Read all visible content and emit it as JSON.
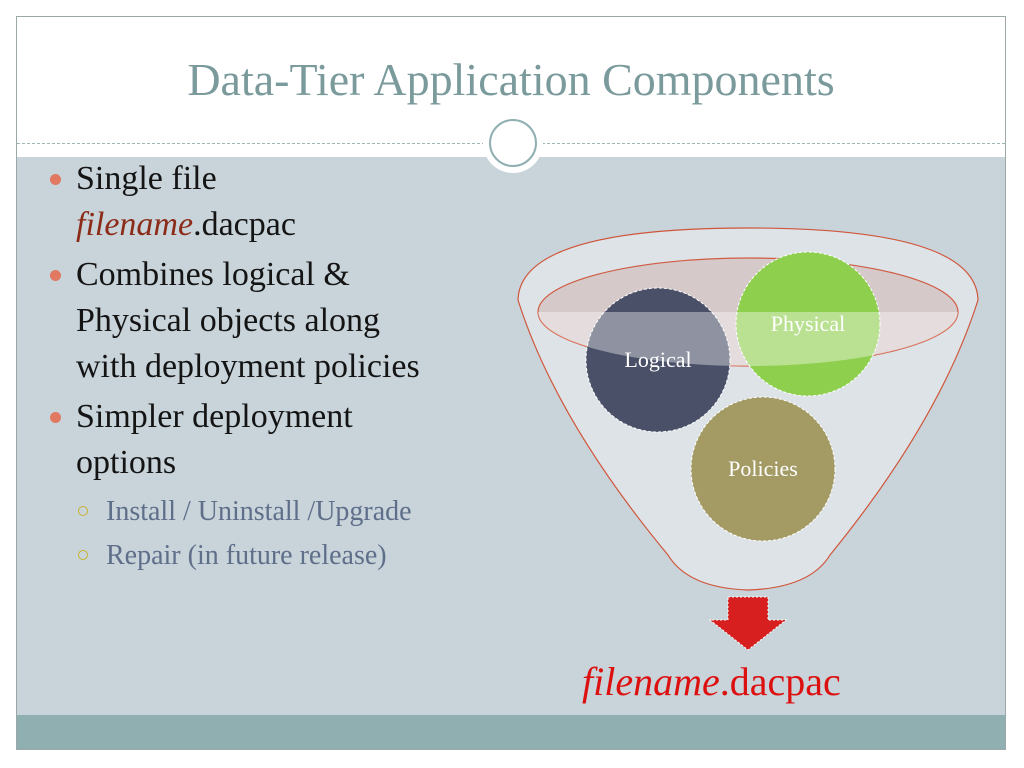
{
  "title": "Data-Tier Application Components",
  "bullets": [
    {
      "line1": "Single file",
      "line2_italic": "filename",
      "line2_rest": ".dacpac"
    },
    {
      "lines": [
        "Combines logical &",
        "Physical objects along",
        "with deployment policies"
      ]
    },
    {
      "lines": [
        "Simpler deployment",
        "options"
      ],
      "sub_items": [
        "Install / Uninstall /Upgrade",
        "Repair (in future release)"
      ]
    }
  ],
  "diagram": {
    "circles": {
      "logical": "Logical",
      "physical": "Physical",
      "policies": "Policies"
    },
    "result": {
      "italic": "filename",
      "rest": ".dacpac"
    },
    "colors": {
      "logical": "#4a5068",
      "physical": "#8ecf4e",
      "policies": "#a39a64",
      "arrow": "#d81f1f",
      "funnel_border": "#d0553a"
    }
  }
}
